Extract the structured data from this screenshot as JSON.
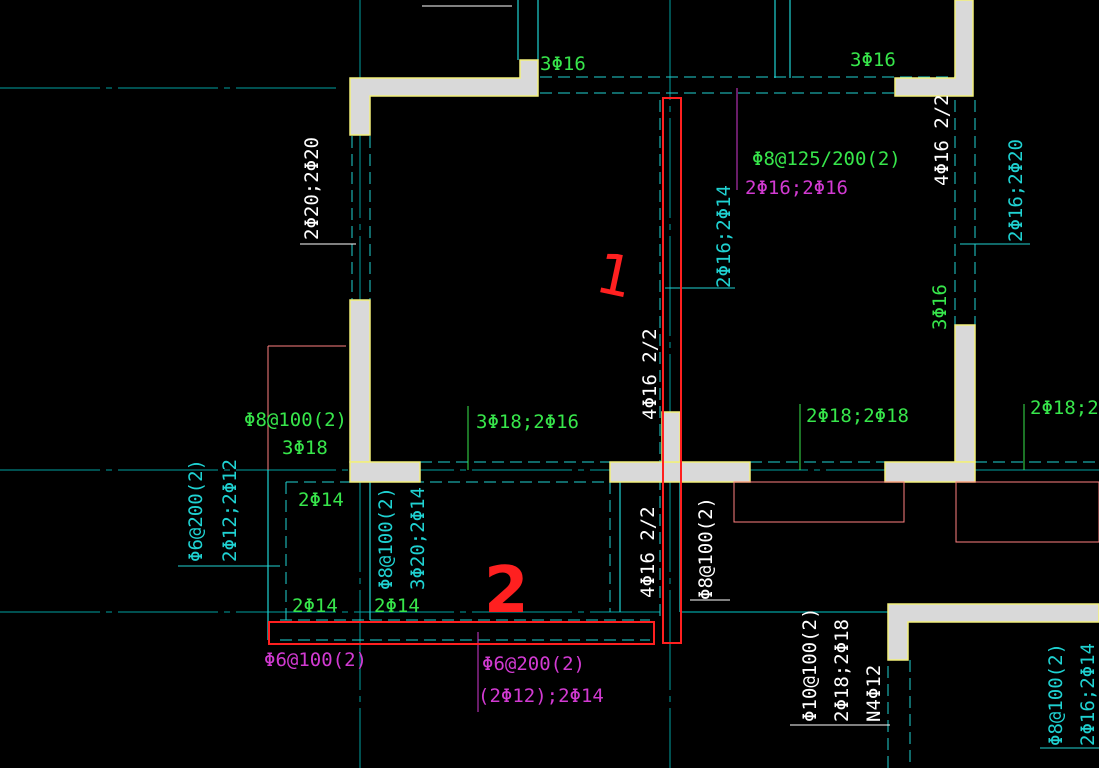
{
  "colors": {
    "background": "#000000",
    "wall_fill": "#d9d9d9",
    "wall_edge": "#f2f07a",
    "axis": "#00b3b3",
    "green": "#37e64b",
    "cyan": "#1fd2d2",
    "magenta": "#d23ad2",
    "white": "#ffffff",
    "red_markup": "#ff2020",
    "pink": "#ff8080"
  },
  "labels": {
    "l1": "3Φ16",
    "l2": "3Φ16",
    "l3": "2Φ20;2Φ20",
    "l4": "Φ8@125/200(2)",
    "l5": "2Φ16;2Φ16",
    "l6": "4Φ16 2/2",
    "l7": "2Φ16;2Φ20",
    "l8": "2Φ16;2Φ14",
    "l9": "3Φ16",
    "l10": "4Φ16 2/2",
    "l11": "Φ8@100(2)",
    "l12": "3Φ18",
    "l13": "3Φ18;2Φ16",
    "l14": "2Φ18;2Φ18",
    "l15": "2Φ18;2",
    "l16": "Φ6@200(2)",
    "l17": "2Φ12;2Φ12",
    "l18": "2Φ14",
    "l19": "Φ8@100(2)",
    "l20": "3Φ20;2Φ14",
    "l21": "4Φ16 2/2",
    "l22": "Φ8@100(2)",
    "l23": "2Φ14",
    "l24": "2Φ14",
    "l25": "Φ6@100(2)",
    "l26": "Φ6@200(2)",
    "l27": "(2Φ12);2Φ14",
    "l28": "Φ10@100(2)",
    "l29": "2Φ18;2Φ18",
    "l30": "N4Φ12",
    "l31": "Φ8@100(2)",
    "l32": "2Φ16;2Φ14"
  },
  "annotations": {
    "mark1": "1",
    "mark2": "2"
  }
}
